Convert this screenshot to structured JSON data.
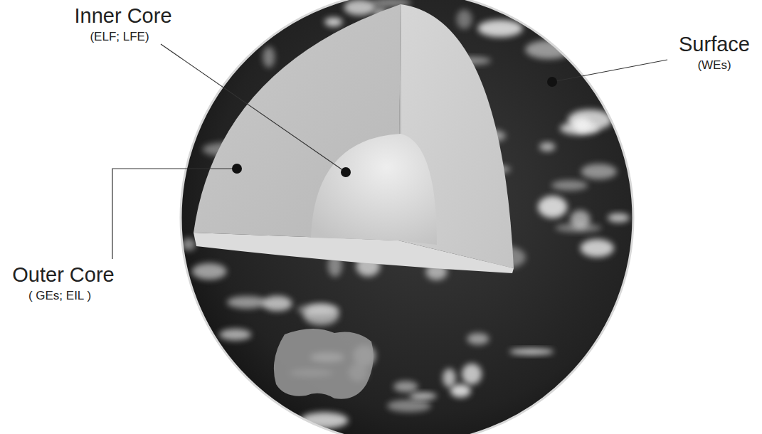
{
  "diagram": {
    "labels": [
      "Inner Core",
      "(ELF; LFE)",
      "Outer Core",
      "( GEs; EIL )",
      "Surface",
      "(WEs)"
    ]
  }
}
